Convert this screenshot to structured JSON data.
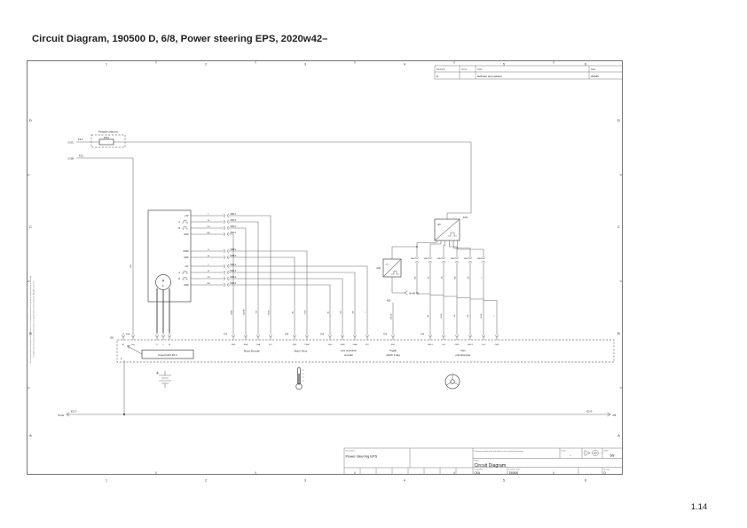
{
  "page": {
    "title": "Circuit Diagram, 190500 D, 6/8, Power steering EPS, 2020w42–",
    "page_number": "1.14"
  },
  "frame": {
    "zone_letters": [
      "D",
      "C",
      "B",
      "A"
    ],
    "zone_numbers": [
      "1",
      "2",
      "3",
      "4",
      "5",
      "6"
    ],
    "disclaimer_line1": "This document and the information contained herein is our property and must not be copied or communicated to a third party",
    "disclaimer_line2": "or used for any other purpose than that for which it is supplied without written permission. All rights reserved."
  },
  "revision_table": {
    "headers": {
      "revision": "Revision",
      "zone": "Zone",
      "note": "Note",
      "date": "Date"
    },
    "row": {
      "revision": "D",
      "zone": "",
      "note": "Redrawn and updated",
      "date": "20W45"
    }
  },
  "schematic": {
    "refs": {
      "r26c": "/2.6C",
      "f62": "F6.2",
      "r26b": "/2.6B",
      "f13": "F13",
      "key_wire": "RD",
      "rail_left_ref": "/5.0G",
      "rail_left_net": "E2.0-",
      "rail_right_net": "E2.0-",
      "rail_right_ref": "/7B",
      "bplus_ref": "B+/W 7B",
      "a32": "A32",
      "a52": "A52"
    },
    "platform": {
      "caption": "Fedable platform",
      "fuse": "F61a"
    },
    "ecu": {
      "name": "E6",
      "connector": "E6A",
      "note": "Fused with 40 A",
      "pin_bplus": "B+",
      "pin_key": "Key",
      "pin_bminus": "B-",
      "phases": [
        "U",
        "V",
        "W"
      ]
    },
    "encoder_unit": {
      "motor": "M",
      "motor_type": "3~",
      "right_pins_top": [
        "+5V",
        "A",
        "B",
        "GND"
      ],
      "right_pins_mid": [
        "PWM",
        "GND"
      ],
      "right_pins_bottom": [
        "+5V",
        "A",
        "B",
        "GND"
      ],
      "wires_top": [
        "Y",
        "W",
        "OR",
        "BN"
      ],
      "wires_mid": [
        "R",
        "W"
      ],
      "wires_bottom": [
        "Y",
        "W",
        "OR",
        "BN"
      ],
      "connectors_top": [
        "X4B.1",
        "X4B.3",
        "X4B.2",
        "X4B.4"
      ],
      "connectors_mid": [
        "M3B.1",
        "M3B.2"
      ],
      "connectors_bottom": [
        "M3A.1",
        "M3A.3",
        "M3A.2",
        "M3A.4"
      ]
    },
    "k7b": {
      "name": "K7b",
      "in_label": "+5V",
      "connectors": [
        "X4A.1",
        "X4A.2",
        "X4A.3",
        "X4A.4",
        "X4A.5",
        "X4A.6"
      ],
      "wires": [
        "BN",
        "W",
        "GN",
        "BN",
        "GN",
        "Y"
      ]
    },
    "a32_box": {
      "in_label": "+5V"
    },
    "groups": [
      {
        "caption": "Motor Encoder",
        "caption2": "",
        "pins": [
          "GND",
          "ENB",
          "CHA",
          "VCC"
        ],
        "wires": [
          "BN/B",
          "GN/OR",
          "Y/B",
          "R/GN"
        ]
      },
      {
        "caption": "Motor Temp",
        "caption2": "",
        "pins": [
          "GND",
          "PWM"
        ],
        "wires": [
          "BL",
          "Y/GN"
        ]
      },
      {
        "caption": "Low resolution",
        "caption2": "encoder",
        "pins": [
          "GND",
          "CHB2",
          "CHA2",
          "VCC"
        ],
        "wires": [
          "BL",
          "GN",
          "OR",
          "Y"
        ]
      },
      {
        "caption": "Toggle",
        "caption2": "switch 0 deg",
        "pins": [
          "SW1"
        ],
        "wires": [
          "OR/GN"
        ]
      },
      {
        "caption": "Twin",
        "caption2": "potentiometer",
        "pins": [
          "GND.1",
          "+5v.1",
          "CM01",
          "GND.2",
          "+5v.2",
          "CM02"
        ],
        "wires": [
          "BL",
          "R/GN",
          "GN",
          "BN",
          "R/GN",
          "Y"
        ]
      }
    ]
  },
  "title_block": {
    "description_label": "Description",
    "description": "Power steering EPS",
    "produced_note": "Produced according to the instructions in the technical documentation",
    "scale_label": "Scale",
    "scale": "–",
    "sheet_label": "Sheet",
    "sheet": "6/8",
    "name_label": "Name",
    "name": "Circuit Diagram",
    "designed_label": "Designed by",
    "designed": "CKA",
    "number_label": "Drawing number",
    "number": "190500",
    "revision_label": "Revision",
    "revision": "D"
  }
}
